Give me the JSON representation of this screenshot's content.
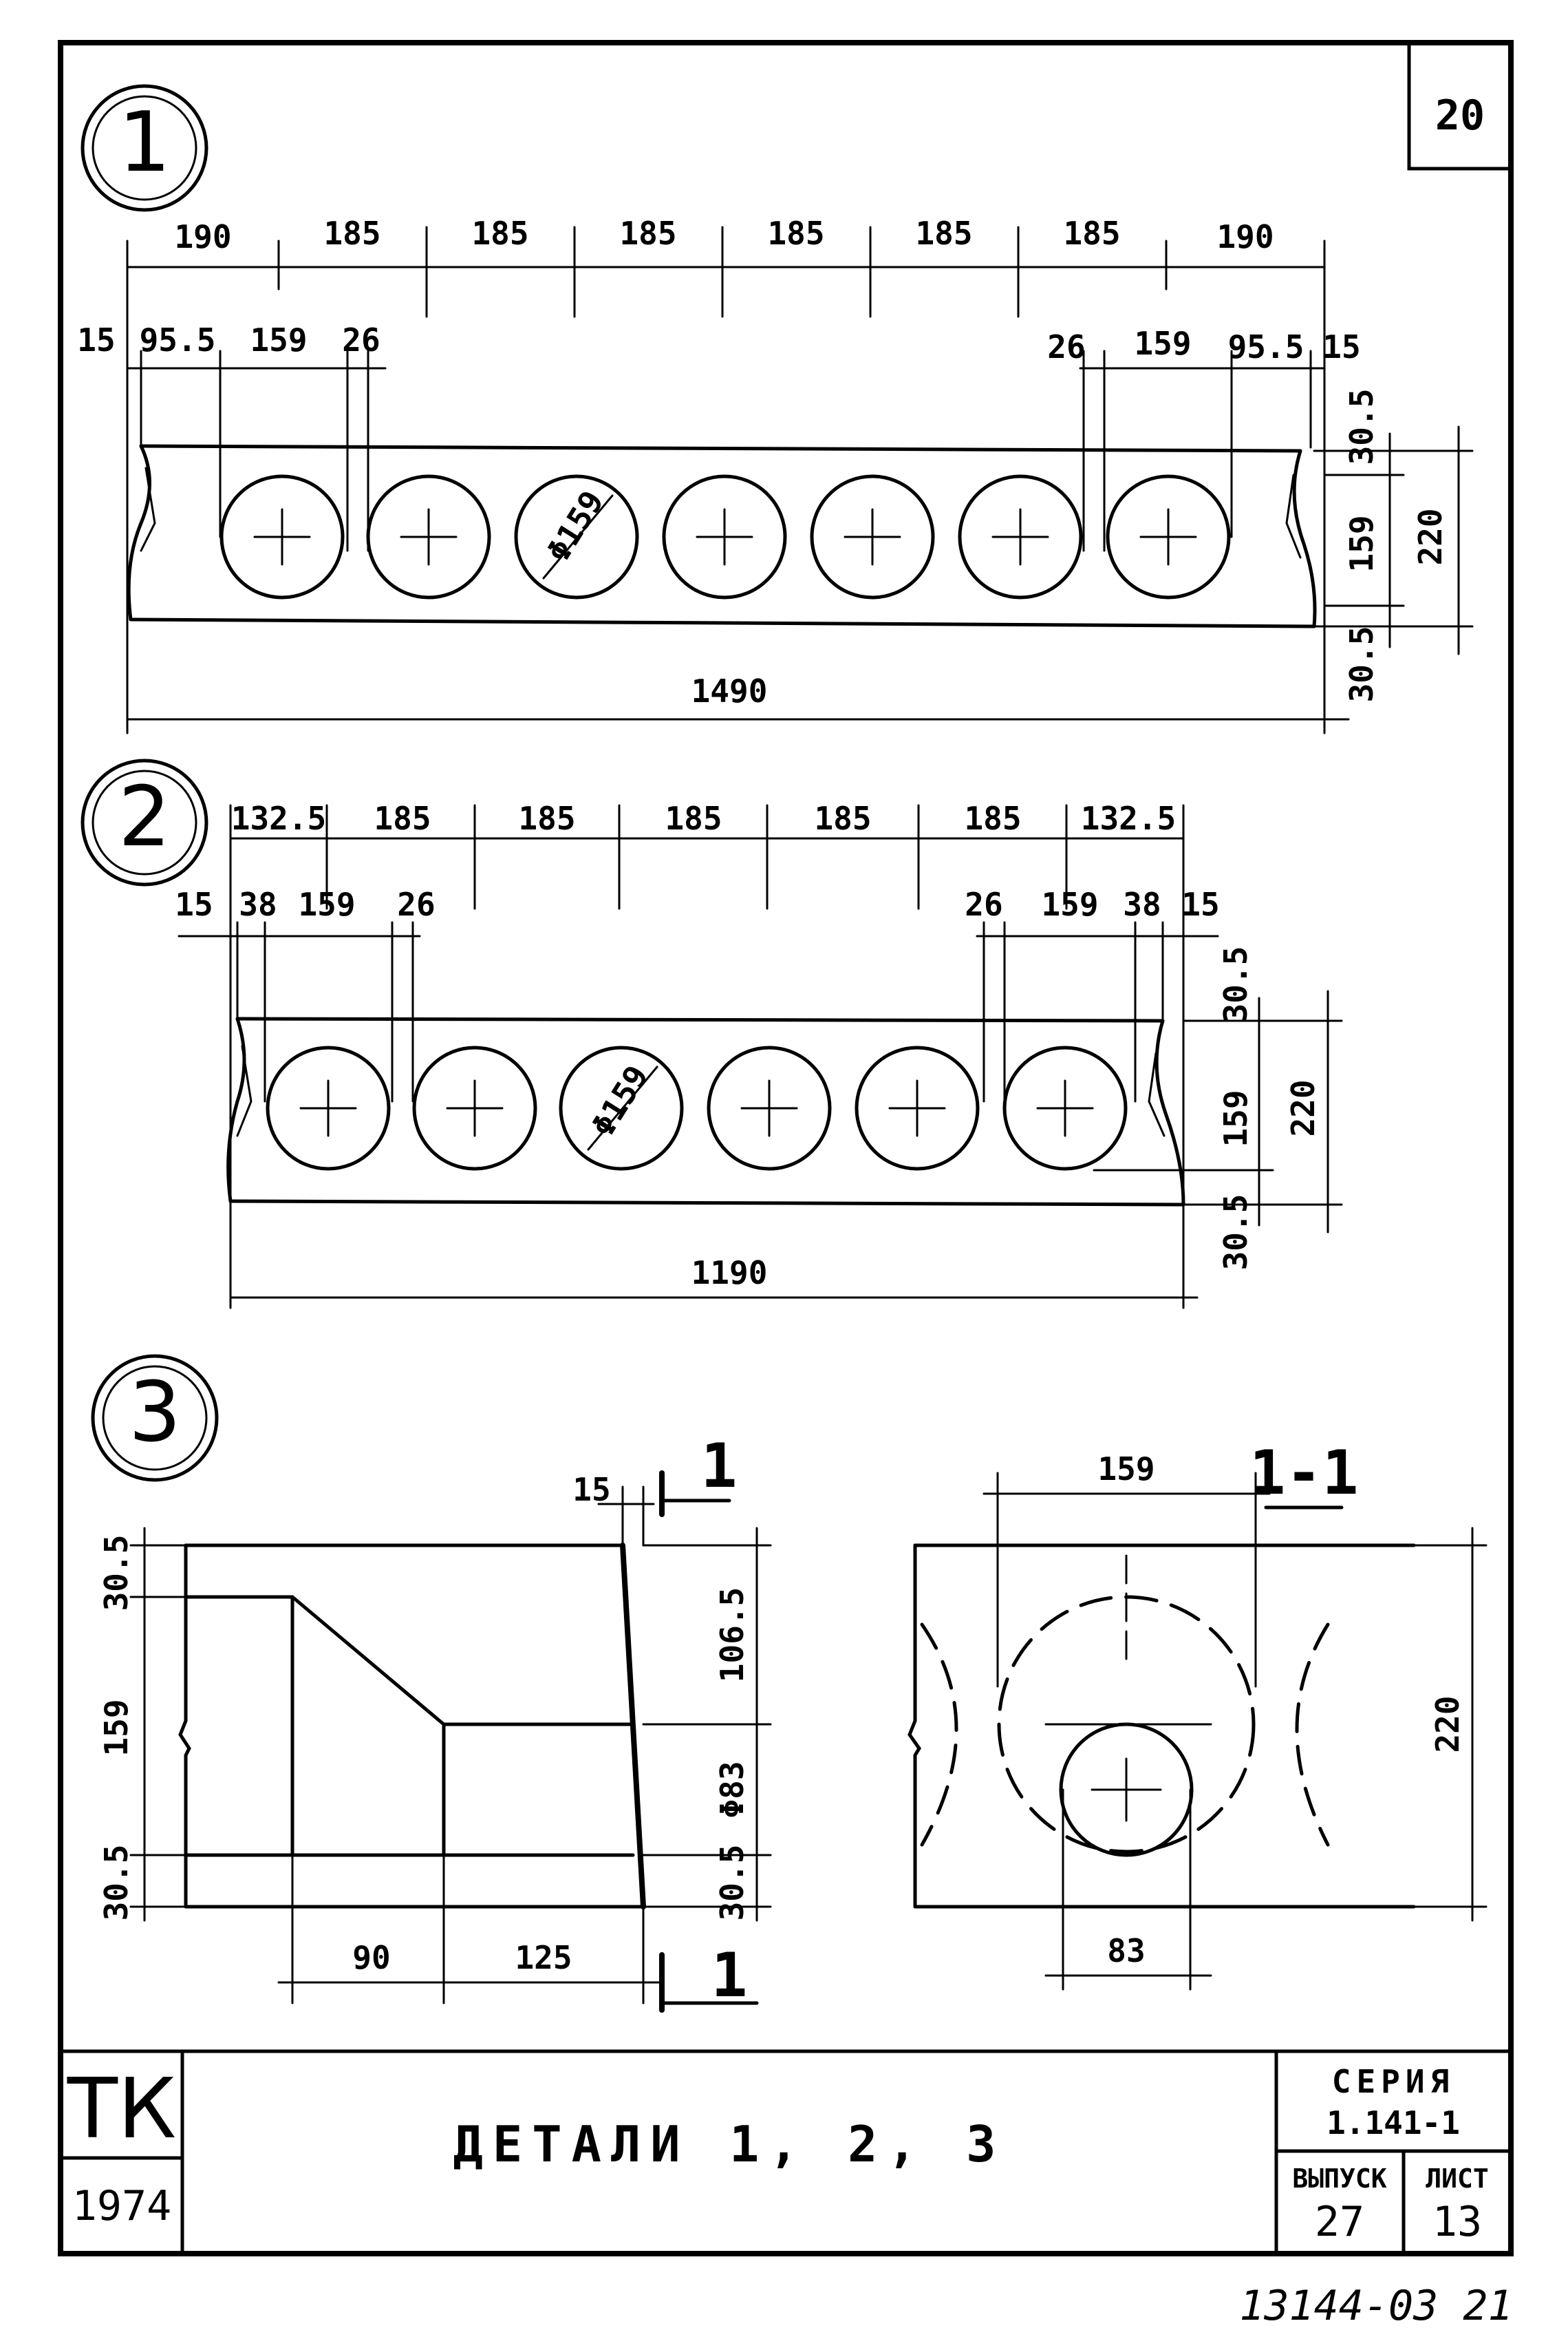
{
  "sheet": {
    "sheet_corner_number": "20",
    "document_number": "13144-03 21"
  },
  "detail1": {
    "label": "1",
    "top_dims": [
      "190",
      "185",
      "185",
      "185",
      "185",
      "185",
      "185",
      "190"
    ],
    "sub_dims_left": [
      "15",
      "95.5",
      "159",
      "26"
    ],
    "sub_dims_right": [
      "26",
      "159",
      "95.5",
      "15"
    ],
    "right_dims": [
      "30.5",
      "159",
      "30.5",
      "220"
    ],
    "hole_label": "Φ159",
    "overall": "1490"
  },
  "detail2": {
    "label": "2",
    "top_dims": [
      "132.5",
      "185",
      "185",
      "185",
      "185",
      "185",
      "132.5"
    ],
    "sub_dims_left": [
      "15",
      "38",
      "159",
      "26"
    ],
    "sub_dims_right": [
      "26",
      "159",
      "38",
      "15"
    ],
    "right_dims": [
      "30.5",
      "159",
      "30.5",
      "220"
    ],
    "hole_label": "Φ159",
    "overall": "1190"
  },
  "detail3": {
    "label": "3",
    "dims_left": [
      "30.5",
      "159",
      "30.5"
    ],
    "dims_right": [
      "106.5",
      "Φ83",
      "30.5"
    ],
    "dim_top": "15",
    "dims_bottom": [
      "90",
      "125"
    ],
    "cut_mark": "1"
  },
  "section": {
    "title": "1-1",
    "dim_top": "159",
    "dim_right": "220",
    "dim_bottom": "83"
  },
  "title_block": {
    "org": "ТК",
    "year": "1974",
    "title": "ДЕТАЛИ 1, 2, 3",
    "series_label": "СЕРИЯ",
    "series_value": "1.141-1",
    "issue_label": "ВЫПУСК",
    "issue_value": "27",
    "sheet_label": "ЛИСТ",
    "sheet_value": "13"
  }
}
